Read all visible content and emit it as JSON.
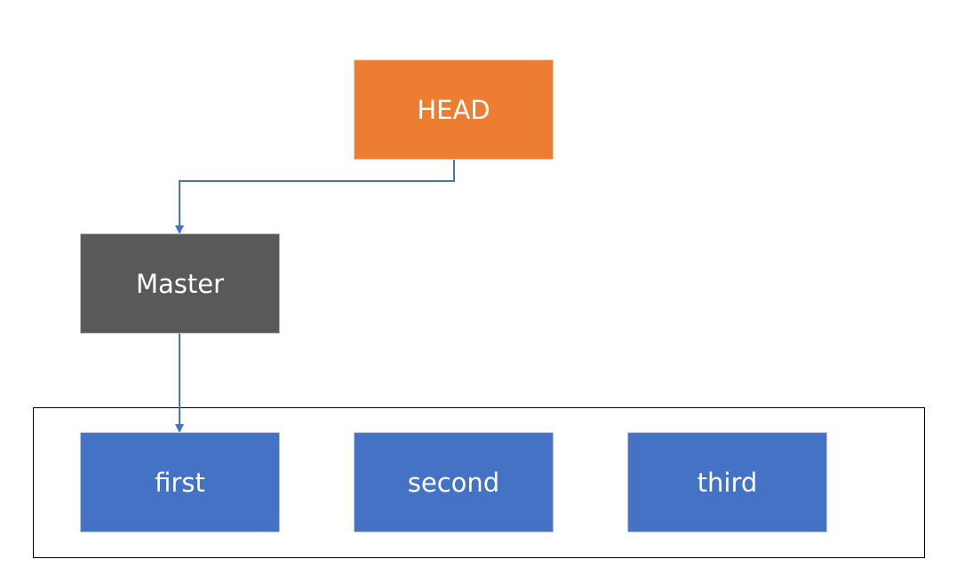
{
  "colors": {
    "head": "#ED7D31",
    "master": "#595959",
    "commit": "#4472C4",
    "connector": "#4472C4",
    "group_border": "#000000",
    "text": "#FFFFFF"
  },
  "nodes": {
    "head": {
      "label": "HEAD"
    },
    "master": {
      "label": "Master"
    },
    "commits": [
      {
        "label": "first"
      },
      {
        "label": "second"
      },
      {
        "label": "third"
      }
    ]
  },
  "edges": [
    {
      "from": "HEAD",
      "to": "Master"
    },
    {
      "from": "Master",
      "to": "first"
    }
  ]
}
